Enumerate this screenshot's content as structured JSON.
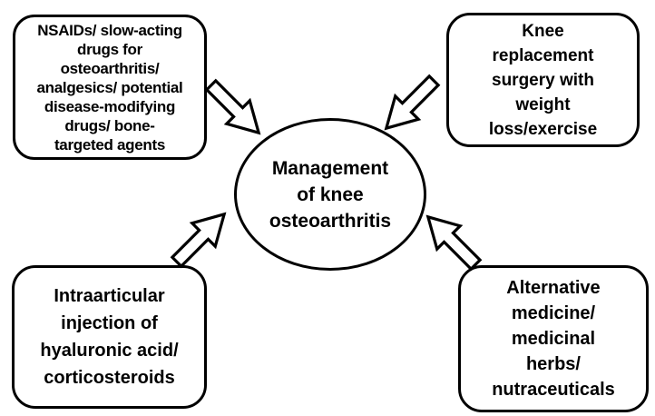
{
  "diagram": {
    "type": "hub-and-spoke",
    "center_node": {
      "label": "Management\nof knee\nosteoarthritis",
      "shape": "ellipse"
    },
    "nodes": {
      "top_left": {
        "label": "NSAIDs/ slow-acting\ndrugs for\nosteoarthritis/\nanalgesics/ potential\ndisease-modifying\ndrugs/ bone-\ntargeted agents",
        "shape": "rounded-rectangle"
      },
      "top_right": {
        "label": "Knee\nreplacement\nsurgery with\nweight\nloss/exercise",
        "shape": "rounded-rectangle"
      },
      "bottom_left": {
        "label": "Intraarticular\ninjection of\nhyaluronic acid/\ncorticosteroids",
        "shape": "rounded-rectangle"
      },
      "bottom_right": {
        "label": "Alternative\nmedicine/\nmedicinal\nherbs/\nnutraceuticals",
        "shape": "rounded-rectangle"
      }
    },
    "arrows": [
      {
        "icon": "block-arrow-icon",
        "from": "top_left",
        "to": "center",
        "direction": "southeast"
      },
      {
        "icon": "block-arrow-icon",
        "from": "top_right",
        "to": "center",
        "direction": "southwest"
      },
      {
        "icon": "block-arrow-icon",
        "from": "bottom_left",
        "to": "center",
        "direction": "northeast"
      },
      {
        "icon": "block-arrow-icon",
        "from": "bottom_right",
        "to": "center",
        "direction": "northwest"
      }
    ],
    "colors": {
      "background": "#ffffff",
      "node_fill": "#ffffff",
      "node_stroke": "#000000",
      "text": "#000000"
    }
  }
}
